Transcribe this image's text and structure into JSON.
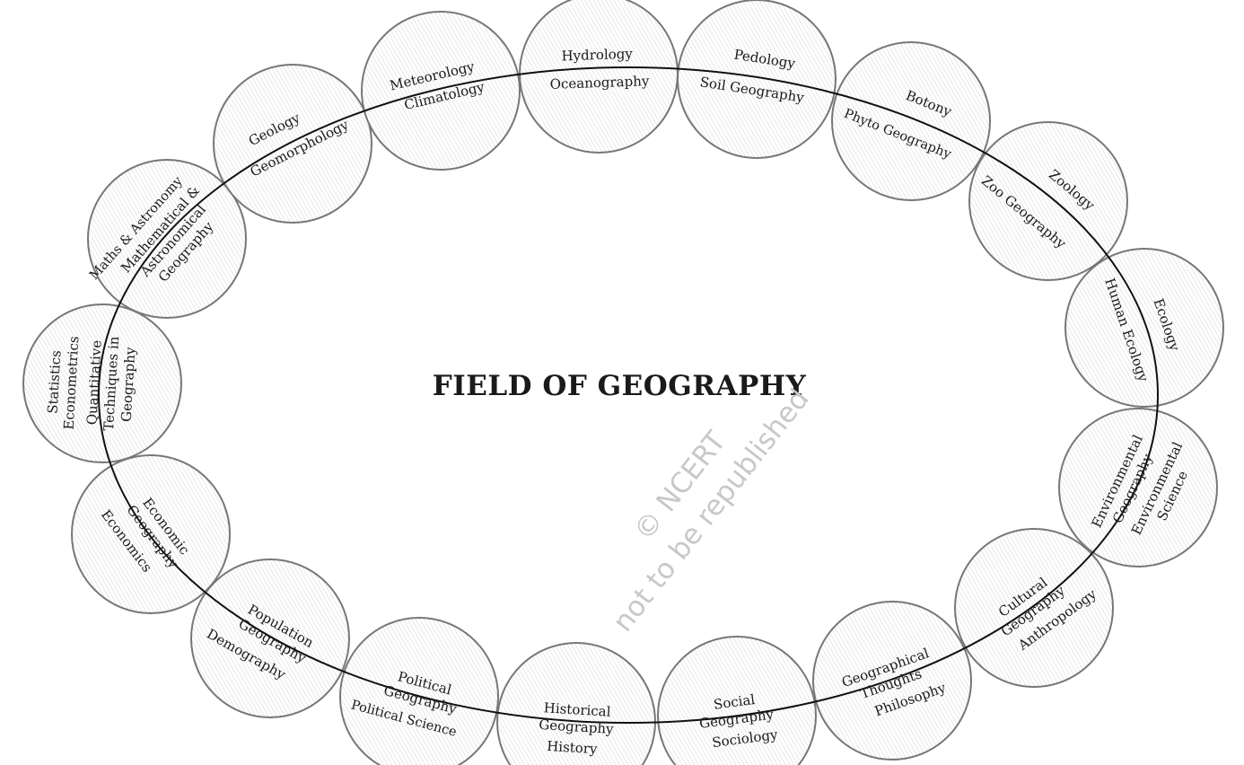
{
  "title": "FIELD OF GEOGRAPHY",
  "watermark": {
    "line1": "© NCERT",
    "line2": "not to be republished"
  },
  "nodes": [
    {
      "id": "hydrology",
      "outer": [
        "Hydrology"
      ],
      "inner": [
        "Oceanography"
      ]
    },
    {
      "id": "pedology",
      "outer": [
        "Pedology"
      ],
      "inner": [
        "Soil Geography"
      ]
    },
    {
      "id": "botany",
      "outer": [
        "Botony"
      ],
      "inner": [
        "Phyto Geography"
      ]
    },
    {
      "id": "zoology",
      "outer": [
        "Zoology"
      ],
      "inner": [
        "Zoo Geography"
      ]
    },
    {
      "id": "ecology",
      "outer": [
        "Ecology"
      ],
      "inner": [
        "Human Ecology"
      ]
    },
    {
      "id": "environmental",
      "outer": [
        "Environmental",
        "Science"
      ],
      "inner": [
        "Environmental",
        "Geography"
      ]
    },
    {
      "id": "anthropology",
      "outer": [
        "Anthropology"
      ],
      "inner": [
        "Cultural",
        "Geography"
      ]
    },
    {
      "id": "philosophy",
      "outer": [
        "Philosophy"
      ],
      "inner": [
        "Geographical",
        "Thoughts"
      ]
    },
    {
      "id": "sociology",
      "outer": [
        "Sociology"
      ],
      "inner": [
        "Social",
        "Geography"
      ]
    },
    {
      "id": "history",
      "outer": [
        "History"
      ],
      "inner": [
        "Historical",
        "Geography"
      ]
    },
    {
      "id": "political",
      "outer": [
        "Political Science"
      ],
      "inner": [
        "Political",
        "Geography"
      ]
    },
    {
      "id": "demography",
      "outer": [
        "Demography"
      ],
      "inner": [
        "Population",
        "Geography"
      ]
    },
    {
      "id": "economics",
      "outer": [
        "Economics"
      ],
      "inner": [
        "Economic",
        "Geography"
      ]
    },
    {
      "id": "statistics",
      "outer": [
        "Statistics",
        "Econometrics"
      ],
      "inner": [
        "Quantitative",
        "Techniques in",
        "Geography"
      ]
    },
    {
      "id": "maths",
      "outer": [
        "Maths & Astronomy"
      ],
      "inner": [
        "Mathematical &",
        "Astronomical",
        "Geography"
      ]
    },
    {
      "id": "geology",
      "outer": [
        "Geology"
      ],
      "inner": [
        "Geomorphology"
      ]
    },
    {
      "id": "meteorology",
      "outer": [
        "Meteorology"
      ],
      "inner": [
        "Climatology"
      ]
    }
  ]
}
